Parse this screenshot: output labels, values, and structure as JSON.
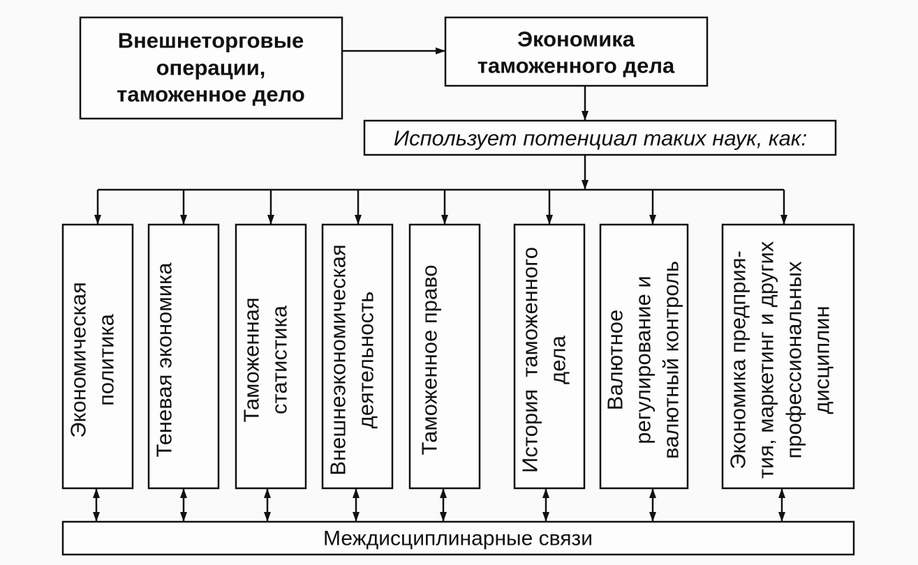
{
  "diagram": {
    "source": {
      "lines": [
        "Внешнеторговые",
        "операции,",
        "таможенное дело"
      ]
    },
    "target": {
      "lines": [
        "Экономика",
        "таможенного дела"
      ]
    },
    "uses": {
      "text": "Использует потенциал таких наук, как:"
    },
    "sciences": [
      {
        "lines": [
          "Экономическая",
          "политика"
        ]
      },
      {
        "lines": [
          "Теневая экономика"
        ]
      },
      {
        "lines": [
          "Таможенная",
          "статистика"
        ]
      },
      {
        "lines": [
          "Внешнеэкономическая",
          "деятельность"
        ]
      },
      {
        "lines": [
          "Таможенное право"
        ]
      },
      {
        "lines": [
          "История  таможенного",
          "дела"
        ]
      },
      {
        "lines": [
          "Валютное",
          "регулирование и",
          "валютный контроль"
        ]
      },
      {
        "lines": [
          "Экономика предприя-",
          "тия, маркетинг и других",
          "профессиональных",
          "дисциплин"
        ]
      }
    ],
    "links": {
      "text": "Междисциплинарные связи"
    }
  },
  "colors": {
    "ink": "#111111",
    "paper": "#fafafa",
    "box": "#fdfdfd"
  }
}
